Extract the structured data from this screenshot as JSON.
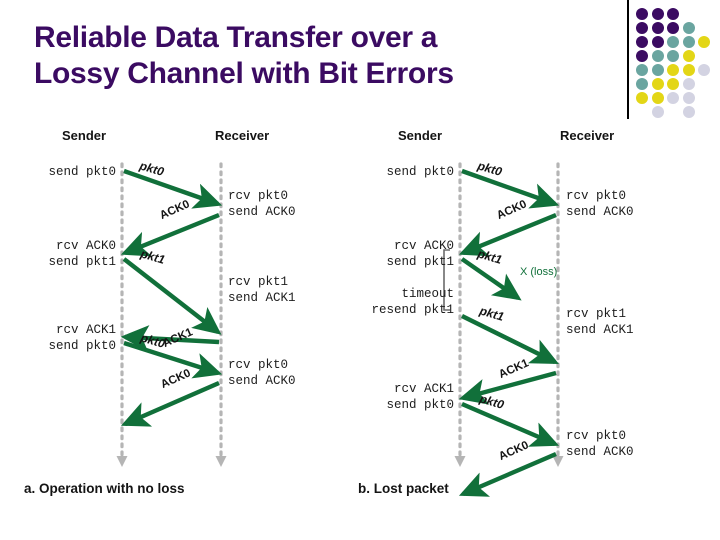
{
  "slide": {
    "title_line1": "Reliable Data Transfer over a",
    "title_line2": "Lossy Channel with Bit Errors",
    "title_color": "#3b0b62",
    "background_color": "#ffffff"
  },
  "decoration": {
    "divider_color": "#000000",
    "palette": {
      "purple": "#3b0b62",
      "teal": "#6aa5a0",
      "yellow": "#e3d616",
      "lavender": "#d3d3e2"
    },
    "dot_grid": [
      [
        "purple",
        "purple",
        "purple",
        null,
        null
      ],
      [
        "purple",
        "purple",
        "purple",
        "teal",
        null
      ],
      [
        "purple",
        "purple",
        "teal",
        "teal",
        "yellow"
      ],
      [
        "purple",
        "teal",
        "teal",
        "yellow",
        null
      ],
      [
        "teal",
        "teal",
        "yellow",
        "yellow",
        "lavender"
      ],
      [
        "teal",
        "yellow",
        "yellow",
        "lavender",
        null
      ],
      [
        "yellow",
        "yellow",
        "lavender",
        "lavender",
        null
      ],
      [
        null,
        "lavender",
        null,
        "lavender",
        null
      ]
    ]
  },
  "figures": [
    {
      "id": "a",
      "caption": "a. Operation with no loss",
      "sender_heading": "Sender",
      "receiver_heading": "Receiver",
      "sender_events": [
        {
          "lines": [
            "send pkt0"
          ]
        },
        {
          "lines": [
            "rcv ACK0",
            "send pkt1"
          ]
        },
        {
          "lines": [
            "rcv ACK1",
            "send pkt0"
          ]
        }
      ],
      "receiver_events": [
        {
          "lines": [
            "rcv pkt0",
            "send ACK0"
          ]
        },
        {
          "lines": [
            "rcv pkt1",
            "send ACK1"
          ]
        },
        {
          "lines": [
            "rcv pkt0",
            "send ACK0"
          ]
        }
      ],
      "arrow_labels": [
        "pkt0",
        "ACK0",
        "pkt1",
        "ACK1",
        "pkt0",
        "ACK0"
      ],
      "arrow_color": "#11703a",
      "timeline_color": "#b5b5b5"
    },
    {
      "id": "b",
      "caption": "b. Lost packet",
      "sender_heading": "Sender",
      "receiver_heading": "Receiver",
      "sender_events": [
        {
          "lines": [
            "send pkt0"
          ]
        },
        {
          "lines": [
            "rcv ACK0",
            "send pkt1"
          ]
        },
        {
          "lines": [
            "timeout",
            "resend pkt1"
          ]
        },
        {
          "lines": [
            "rcv ACK1",
            "send pkt0"
          ]
        }
      ],
      "receiver_events": [
        {
          "lines": [
            "rcv pkt0",
            "send ACK0"
          ]
        },
        {
          "lines": [
            "rcv pkt1",
            "send ACK1"
          ]
        },
        {
          "lines": [
            "rcv pkt0",
            "send ACK0"
          ]
        }
      ],
      "arrow_labels": [
        "pkt0",
        "ACK0",
        "pkt1",
        "pkt1",
        "ACK1",
        "pkt0",
        "ACK0"
      ],
      "loss_marker": "X (loss)",
      "arrow_color": "#11703a",
      "timeline_color": "#b5b5b5"
    }
  ]
}
